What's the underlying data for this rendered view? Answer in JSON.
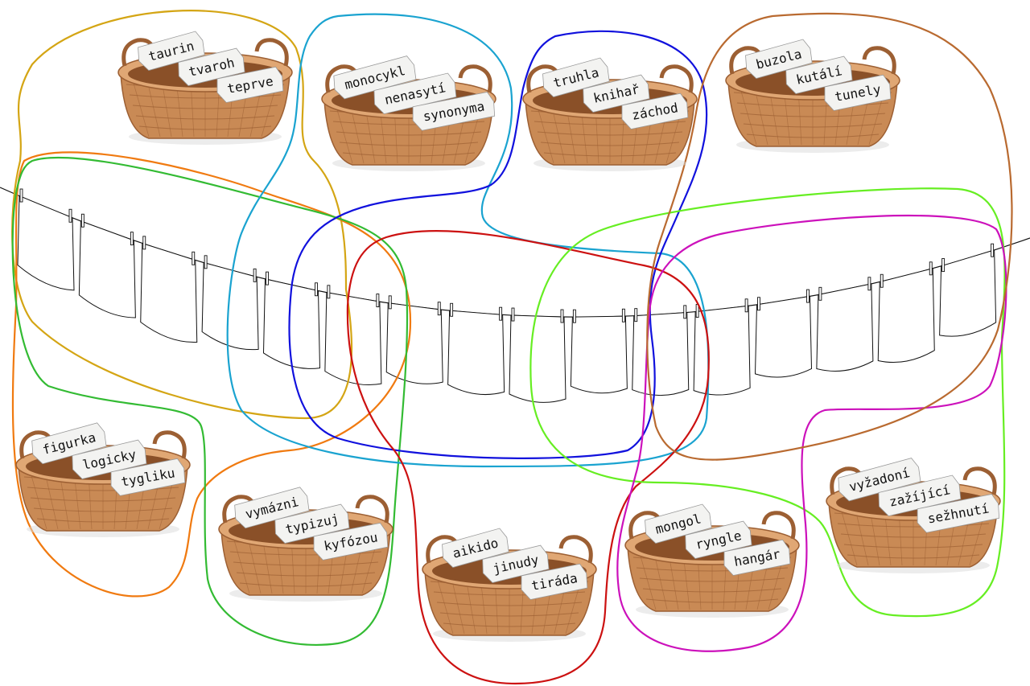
{
  "colors": {
    "gold": "#d4a514",
    "orange": "#f07a10",
    "green": "#33bb33",
    "cyan": "#1aa3d0",
    "blue": "#1111dd",
    "red": "#cc1111",
    "lime": "#66ee22",
    "magenta": "#cc11bb",
    "brown": "#b96a30",
    "wicker": "#c98a55",
    "wicker_dark": "#9c5f33",
    "line": "#111111"
  },
  "baskets": [
    {
      "words": [
        "taurin",
        "tvaroh",
        "teprve"
      ]
    },
    {
      "words": [
        "monocykl",
        "nenasytí",
        "synonyma"
      ]
    },
    {
      "words": [
        "truhla",
        "knihař",
        "záchod"
      ]
    },
    {
      "words": [
        "buzola",
        "kutálí",
        "tunely"
      ]
    },
    {
      "words": [
        "figurka",
        "logicky",
        "tygliku"
      ]
    },
    {
      "words": [
        "vymázni",
        "typizuj",
        "kyfózou"
      ]
    },
    {
      "words": [
        "aikido",
        "jinudy",
        "tiráda"
      ]
    },
    {
      "words": [
        "mongol",
        "ryngle",
        "hangár"
      ]
    },
    {
      "words": [
        "vyžadoní",
        "zažíjící",
        "sežhnutí"
      ]
    }
  ],
  "clothesline": {
    "cloth_count": 16
  }
}
